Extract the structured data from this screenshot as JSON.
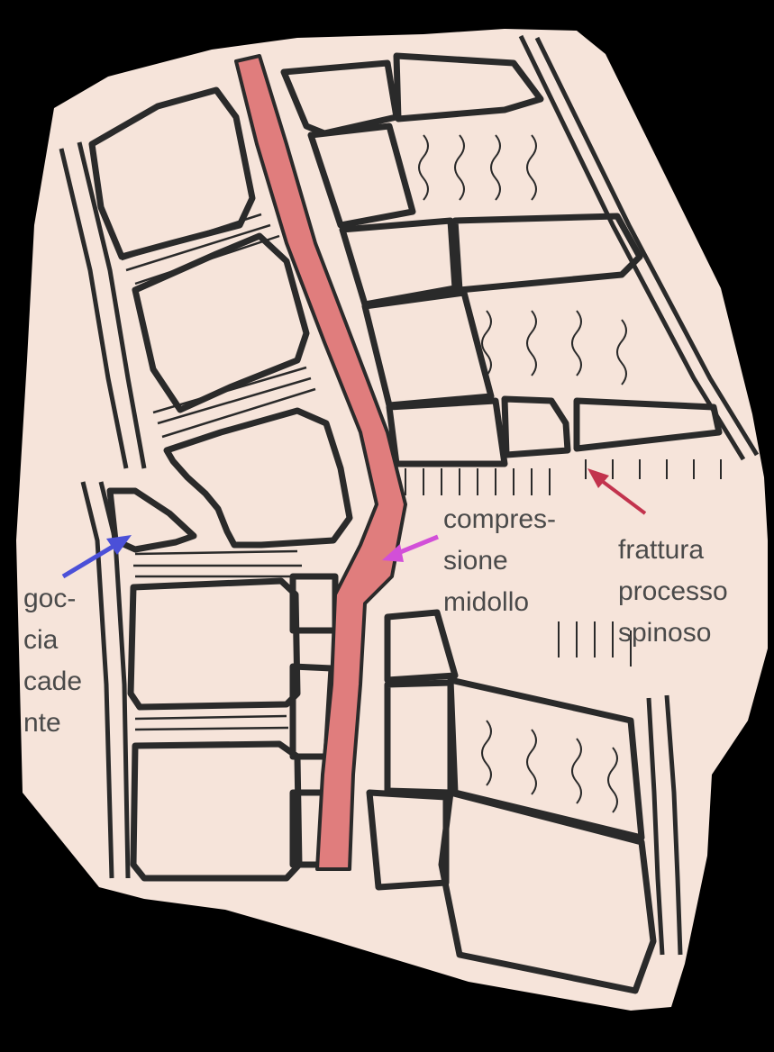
{
  "labels": {
    "goccia": [
      "goc-",
      "cia",
      "cade",
      "nte"
    ],
    "compressione": [
      "compres-",
      "sione",
      "midollo"
    ],
    "frattura": [
      "frattura",
      "processo",
      "spinoso"
    ]
  },
  "colors": {
    "background": "#000000",
    "paper": "#f6e4da",
    "ink": "#2a2a2a",
    "spinal_cord": "#e07d7d",
    "label_text": "#4a4a4a",
    "arrow_goccia": "#4b50d8",
    "arrow_compressione": "#d24fd8",
    "arrow_frattura": "#c2334d"
  }
}
